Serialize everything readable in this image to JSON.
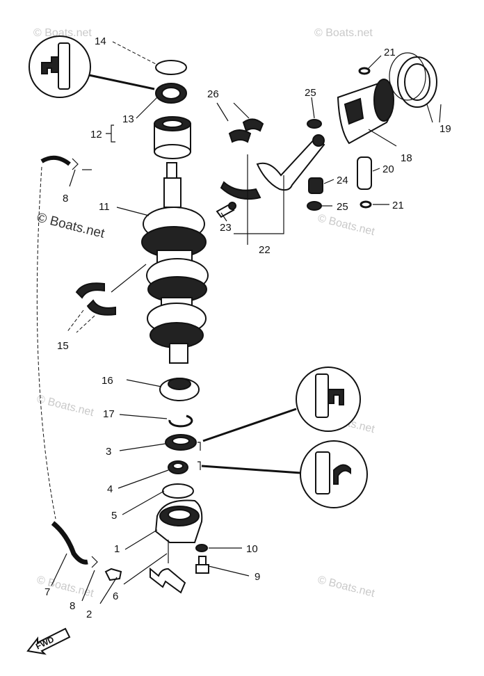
{
  "watermark": "© Boats.net",
  "fwd_label": "FWD",
  "callouts": {
    "c1": "1",
    "c2": "2",
    "c3": "3",
    "c4": "4",
    "c5": "5",
    "c6": "6",
    "c7": "7",
    "c8a": "8",
    "c8b": "8",
    "c9": "9",
    "c10": "10",
    "c11": "11",
    "c12": "12",
    "c13": "13",
    "c14": "14",
    "c15": "15",
    "c16": "16",
    "c17": "17",
    "c18": "18",
    "c19": "19",
    "c20": "20",
    "c21a": "21",
    "c21b": "21",
    "c22": "22",
    "c23": "23",
    "c24": "24",
    "c25a": "25",
    "c25b": "25",
    "c26": "26"
  }
}
